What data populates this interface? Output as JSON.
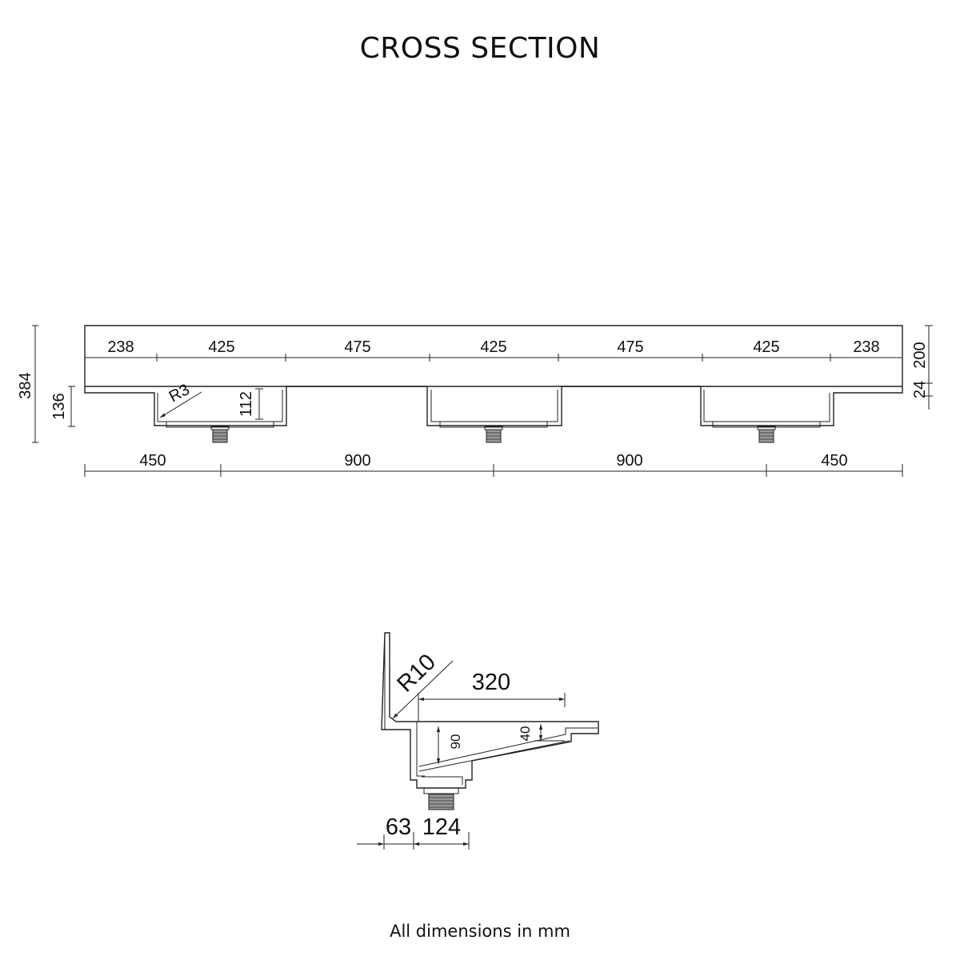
{
  "title": "CROSS SECTION",
  "footer": "All dimensions in mm",
  "top_view": {
    "width_dims": [
      "238",
      "425",
      "475",
      "425",
      "475",
      "425",
      "238"
    ],
    "centre_dims": [
      "450",
      "900",
      "900",
      "450"
    ],
    "height_left": "384",
    "bowl_left": "136",
    "radius": "R3",
    "bowl_depth": "112",
    "right_upper": "200",
    "right_lower": "24"
  },
  "detail_view": {
    "radius": "R10",
    "shelf_width": "320",
    "depth_inner": "90",
    "depth_edge": "40",
    "bottom_left": "63",
    "bottom_right": "124"
  }
}
